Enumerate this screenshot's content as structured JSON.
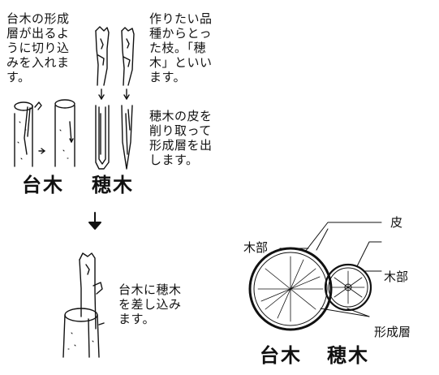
{
  "notes": {
    "rootstock_cut": "台木の形成\n層が出るよ\nうに切り込\nみを入れま\nす。",
    "scion_intro": "作りたい品\n種からとっ\nた枝。「穂\n木」といい\nます。",
    "scion_peel": "穂木の皮を\n削り取って\n形成層を出\nします。",
    "insert": "台木に穂木\nを差し込み\nます。"
  },
  "labels": {
    "rootstock_big": "台木",
    "scion_big": "穂木",
    "wood_left": "木部",
    "bark": "皮",
    "wood_right": "木部",
    "cambium": "形成層",
    "rootstock_big_bottom": "台木",
    "scion_big_bottom": "穂木"
  },
  "colors": {
    "ink": "#111111",
    "background": "#ffffff"
  }
}
